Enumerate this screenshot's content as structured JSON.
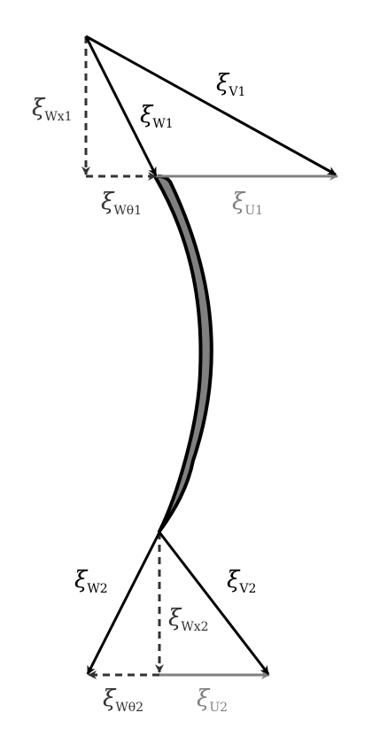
{
  "colors": {
    "dark": "#000000",
    "gray": "#808080",
    "blade_fill": "#808080"
  },
  "labels": {
    "v1": {
      "sym": "ξ",
      "sub": "V1"
    },
    "w1": {
      "sym": "ξ",
      "sub": "W1"
    },
    "wx1": {
      "sym": "ξ",
      "sub": "Wx1"
    },
    "wtheta1": {
      "sym": "ξ",
      "sub": "Wθ1"
    },
    "u1": {
      "sym": "ξ",
      "sub": "U1"
    },
    "w2": {
      "sym": "ξ",
      "sub": "W2"
    },
    "v2": {
      "sym": "ξ",
      "sub": "V2"
    },
    "wx2": {
      "sym": "ξ",
      "sub": "Wx2"
    },
    "wtheta2": {
      "sym": "ξ",
      "sub": "Wθ2"
    },
    "u2": {
      "sym": "ξ",
      "sub": "U2"
    }
  }
}
